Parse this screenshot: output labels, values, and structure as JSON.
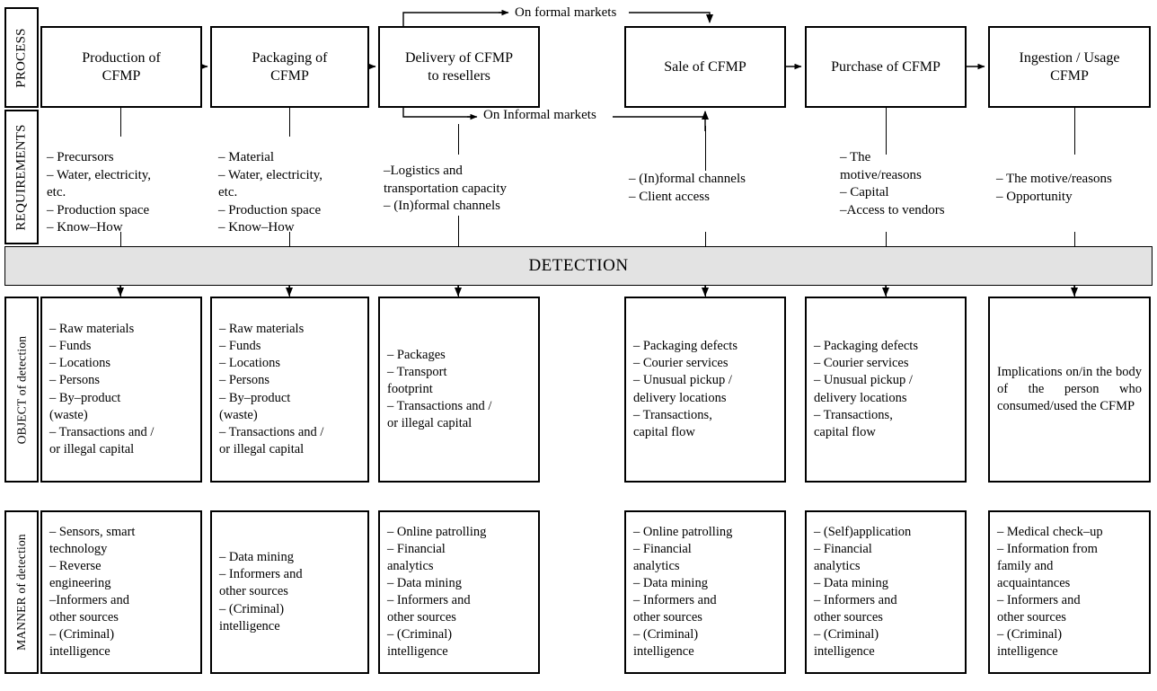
{
  "rows": {
    "process": {
      "label": "PROCESS"
    },
    "requirements": {
      "label": "REQUIREMENTS"
    },
    "detection": {
      "label": "DETECTION"
    },
    "object": {
      "label": "OBJECT of detection"
    },
    "manner": {
      "label": "MANNER of detection"
    }
  },
  "process_steps": [
    {
      "id": "production",
      "title": "Production of\nCFMP"
    },
    {
      "id": "packaging",
      "title": "Packaging of\nCFMP"
    },
    {
      "id": "delivery",
      "title": "Delivery of CFMP\nto resellers"
    },
    {
      "id": "sale",
      "title": "Sale of CFMP"
    },
    {
      "id": "purchase",
      "title": "Purchase of CFMP"
    },
    {
      "id": "ingestion",
      "title": "Ingestion / Usage\nCFMP"
    }
  ],
  "market_labels": {
    "formal": "On formal markets",
    "informal": "On Informal markets"
  },
  "requirements": [
    {
      "id": "production",
      "text": "– Precursors\n– Water, electricity,\netc.\n– Production space\n– Know–How"
    },
    {
      "id": "packaging",
      "text": "– Material\n– Water, electricity,\netc.\n– Production space\n– Know–How"
    },
    {
      "id": "delivery",
      "text": "–Logistics and\ntransportation capacity\n– (In)formal channels"
    },
    {
      "id": "sale",
      "text": "– (In)formal channels\n– Client access"
    },
    {
      "id": "purchase",
      "text": "– The\nmotive/reasons\n– Capital\n–Access to vendors"
    },
    {
      "id": "ingestion",
      "text": "– The motive/reasons\n– Opportunity"
    }
  ],
  "objects": [
    {
      "id": "production",
      "justify": false,
      "text": "– Raw materials\n– Funds\n– Locations\n– Persons\n– By–product\n(waste)\n– Transactions and /\nor illegal capital"
    },
    {
      "id": "packaging",
      "justify": false,
      "text": "– Raw materials\n– Funds\n– Locations\n– Persons\n– By–product\n(waste)\n– Transactions and /\nor illegal capital"
    },
    {
      "id": "delivery",
      "justify": false,
      "text": "– Packages\n– Transport\nfootprint\n– Transactions and /\nor illegal capital"
    },
    {
      "id": "sale",
      "justify": false,
      "text": "– Packaging defects\n– Courier services\n– Unusual pickup /\ndelivery locations\n– Transactions,\ncapital flow"
    },
    {
      "id": "purchase",
      "justify": false,
      "text": "– Packaging defects\n– Courier services\n– Unusual pickup /\ndelivery locations\n– Transactions,\ncapital flow"
    },
    {
      "id": "ingestion",
      "justify": true,
      "text": "Implications on/in the body of the person who consumed/used the CFMP"
    }
  ],
  "manners": [
    {
      "id": "production",
      "text": "– Sensors, smart\ntechnology\n– Reverse\nengineering\n–Informers and\nother sources\n– (Criminal)\nintelligence"
    },
    {
      "id": "packaging",
      "text": "– Data mining\n– Informers and\nother sources\n– (Criminal)\nintelligence"
    },
    {
      "id": "delivery",
      "text": "– Online patrolling\n– Financial\nanalytics\n– Data mining\n– Informers and\nother sources\n– (Criminal)\nintelligence"
    },
    {
      "id": "sale",
      "text": "– Online patrolling\n– Financial\nanalytics\n– Data mining\n – Informers and\nother sources\n– (Criminal)\nintelligence"
    },
    {
      "id": "purchase",
      "text": " – (Self)application\n– Financial\nanalytics\n – Data mining\n – Informers and\nother sources\n– (Criminal)\nintelligence"
    },
    {
      "id": "ingestion",
      "text": "– Medical check–up\n– Information from\nfamily and\nacquaintances\n– Informers and\nother sources\n– (Criminal)\nintelligence"
    }
  ],
  "colors": {
    "detection_band": "#e3e3e3",
    "stroke": "#000000",
    "background": "#ffffff"
  }
}
